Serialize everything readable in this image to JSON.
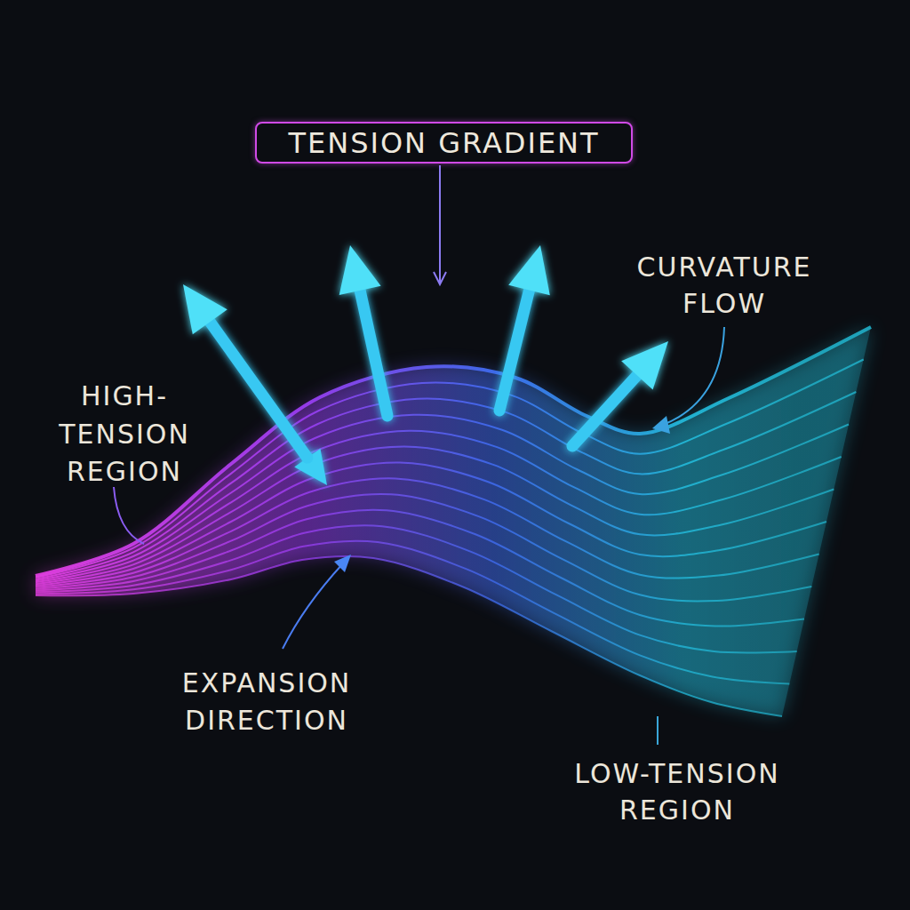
{
  "diagram": {
    "nodes": [
      {
        "text": [
          "TENSION GRADIENT"
        ]
      }
    ],
    "labels": [
      "CURVATURE FLOW",
      "HIGH-TENSION REGION",
      "EXPANSION DIRECTION",
      "LOW-TENSION REGION"
    ]
  }
}
